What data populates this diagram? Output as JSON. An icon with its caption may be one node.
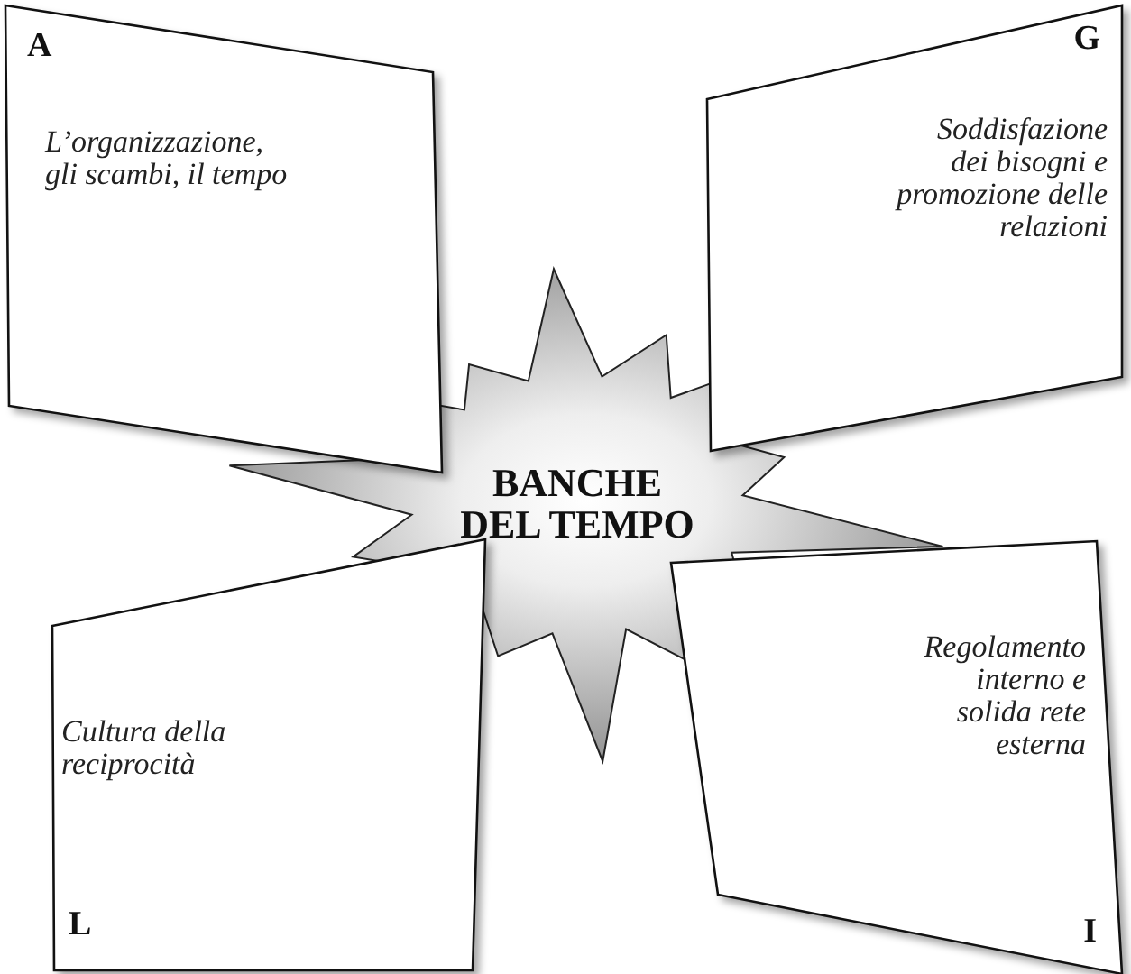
{
  "diagram": {
    "nodes": [
      {
        "text": [
          "A",
          "L’organizzazione, gli scambi, il tempo"
        ]
      },
      {
        "text": [
          "G",
          "Soddisfazione dei bisogni e promozione delle relazioni"
        ]
      },
      {
        "text": [
          "BANCHE DEL TEMPO"
        ]
      },
      {
        "text": [
          "Cultura della reciprocità",
          "L"
        ]
      },
      {
        "text": [
          "Regolamento interno e solida rete esterna",
          "I"
        ]
      }
    ]
  }
}
